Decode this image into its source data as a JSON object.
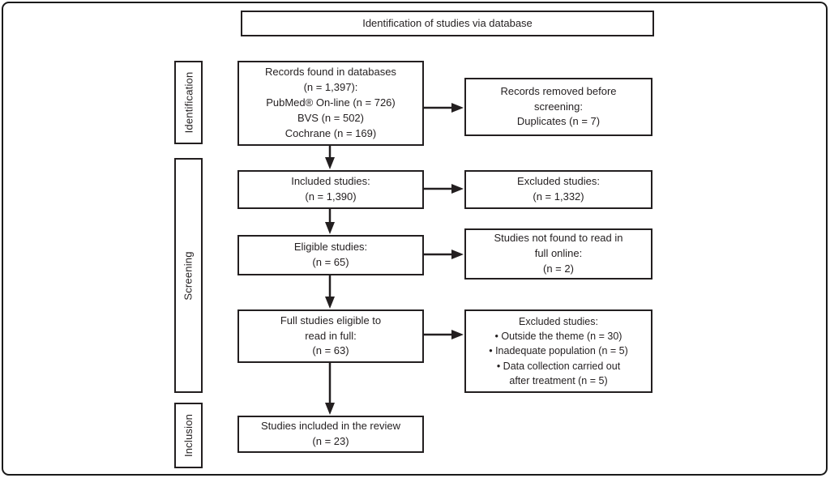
{
  "title": "Identification of studies via database",
  "colors": {
    "line": "#231f20",
    "text": "#231f20",
    "background": "#ffffff"
  },
  "sidebar": {
    "stages": [
      {
        "label": "Identification"
      },
      {
        "label": "Screening"
      },
      {
        "label": "Inclusion"
      }
    ]
  },
  "flow": {
    "main_boxes": [
      {
        "text": "Records found in databases\n(n = 1,397):\nPubMed® On-line (n = 726)\nBVS (n = 502)\nCochrane (n = 169)"
      },
      {
        "text": "Included studies:\n(n = 1,390)"
      },
      {
        "text": "Eligible studies:\n(n = 65)"
      },
      {
        "text": "Full studies eligible to\nread in full:\n(n = 63)"
      },
      {
        "text": "Studies included in the review\n(n = 23)"
      }
    ],
    "side_boxes": [
      {
        "text": "Records removed before\nscreening:\nDuplicates (n = 7)"
      },
      {
        "text": "Excluded studies:\n(n = 1,332)"
      },
      {
        "text": "Studies not found to read in\nfull online:\n(n = 2)"
      },
      {
        "text": "Excluded studies:\n• Outside the theme (n = 30)\n• Inadequate population (n = 5)\n• Data collection carried out\nafter treatment (n = 5)"
      }
    ]
  }
}
